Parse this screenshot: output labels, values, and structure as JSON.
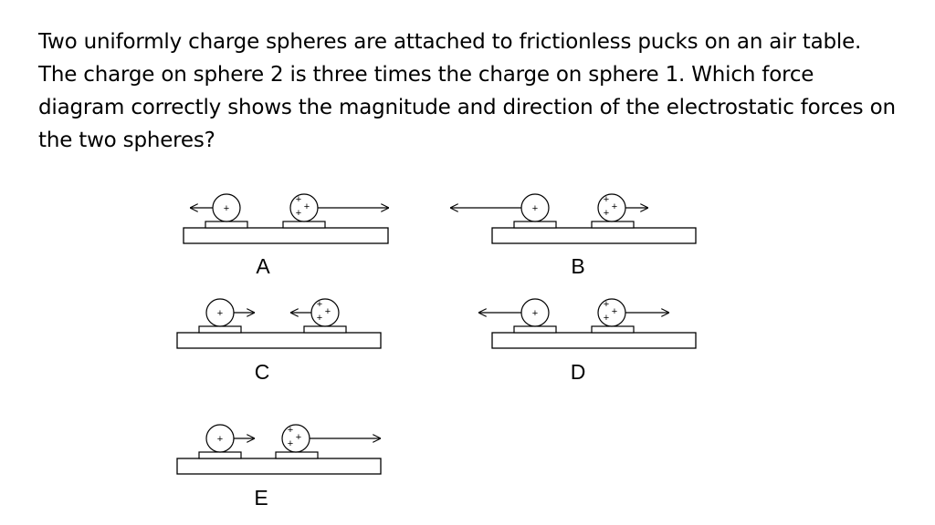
{
  "question": "Two uniformly charge spheres are attached to frictionless pucks on an air table.  The charge on sphere 2 is three times the charge on sphere 1.  Which force diagram correctly shows the magnitude and direction of the electrostatic forces on the two spheres?",
  "sphere1_charge_symbols": "+",
  "sphere2_charge_symbols": "+++",
  "options": [
    {
      "label": "A",
      "force_on_sphere1": "short arrow pointing left",
      "force_on_sphere2": "long arrow pointing right"
    },
    {
      "label": "B",
      "force_on_sphere1": "long arrow pointing left",
      "force_on_sphere2": "short arrow pointing right"
    },
    {
      "label": "C",
      "force_on_sphere1": "short arrow pointing right",
      "force_on_sphere2": "short arrow pointing left"
    },
    {
      "label": "D",
      "force_on_sphere1": "arrow pointing left",
      "force_on_sphere2": "arrow pointing right, equal length"
    },
    {
      "label": "E",
      "force_on_sphere1": "short arrow pointing right",
      "force_on_sphere2": "long arrow pointing right"
    }
  ]
}
